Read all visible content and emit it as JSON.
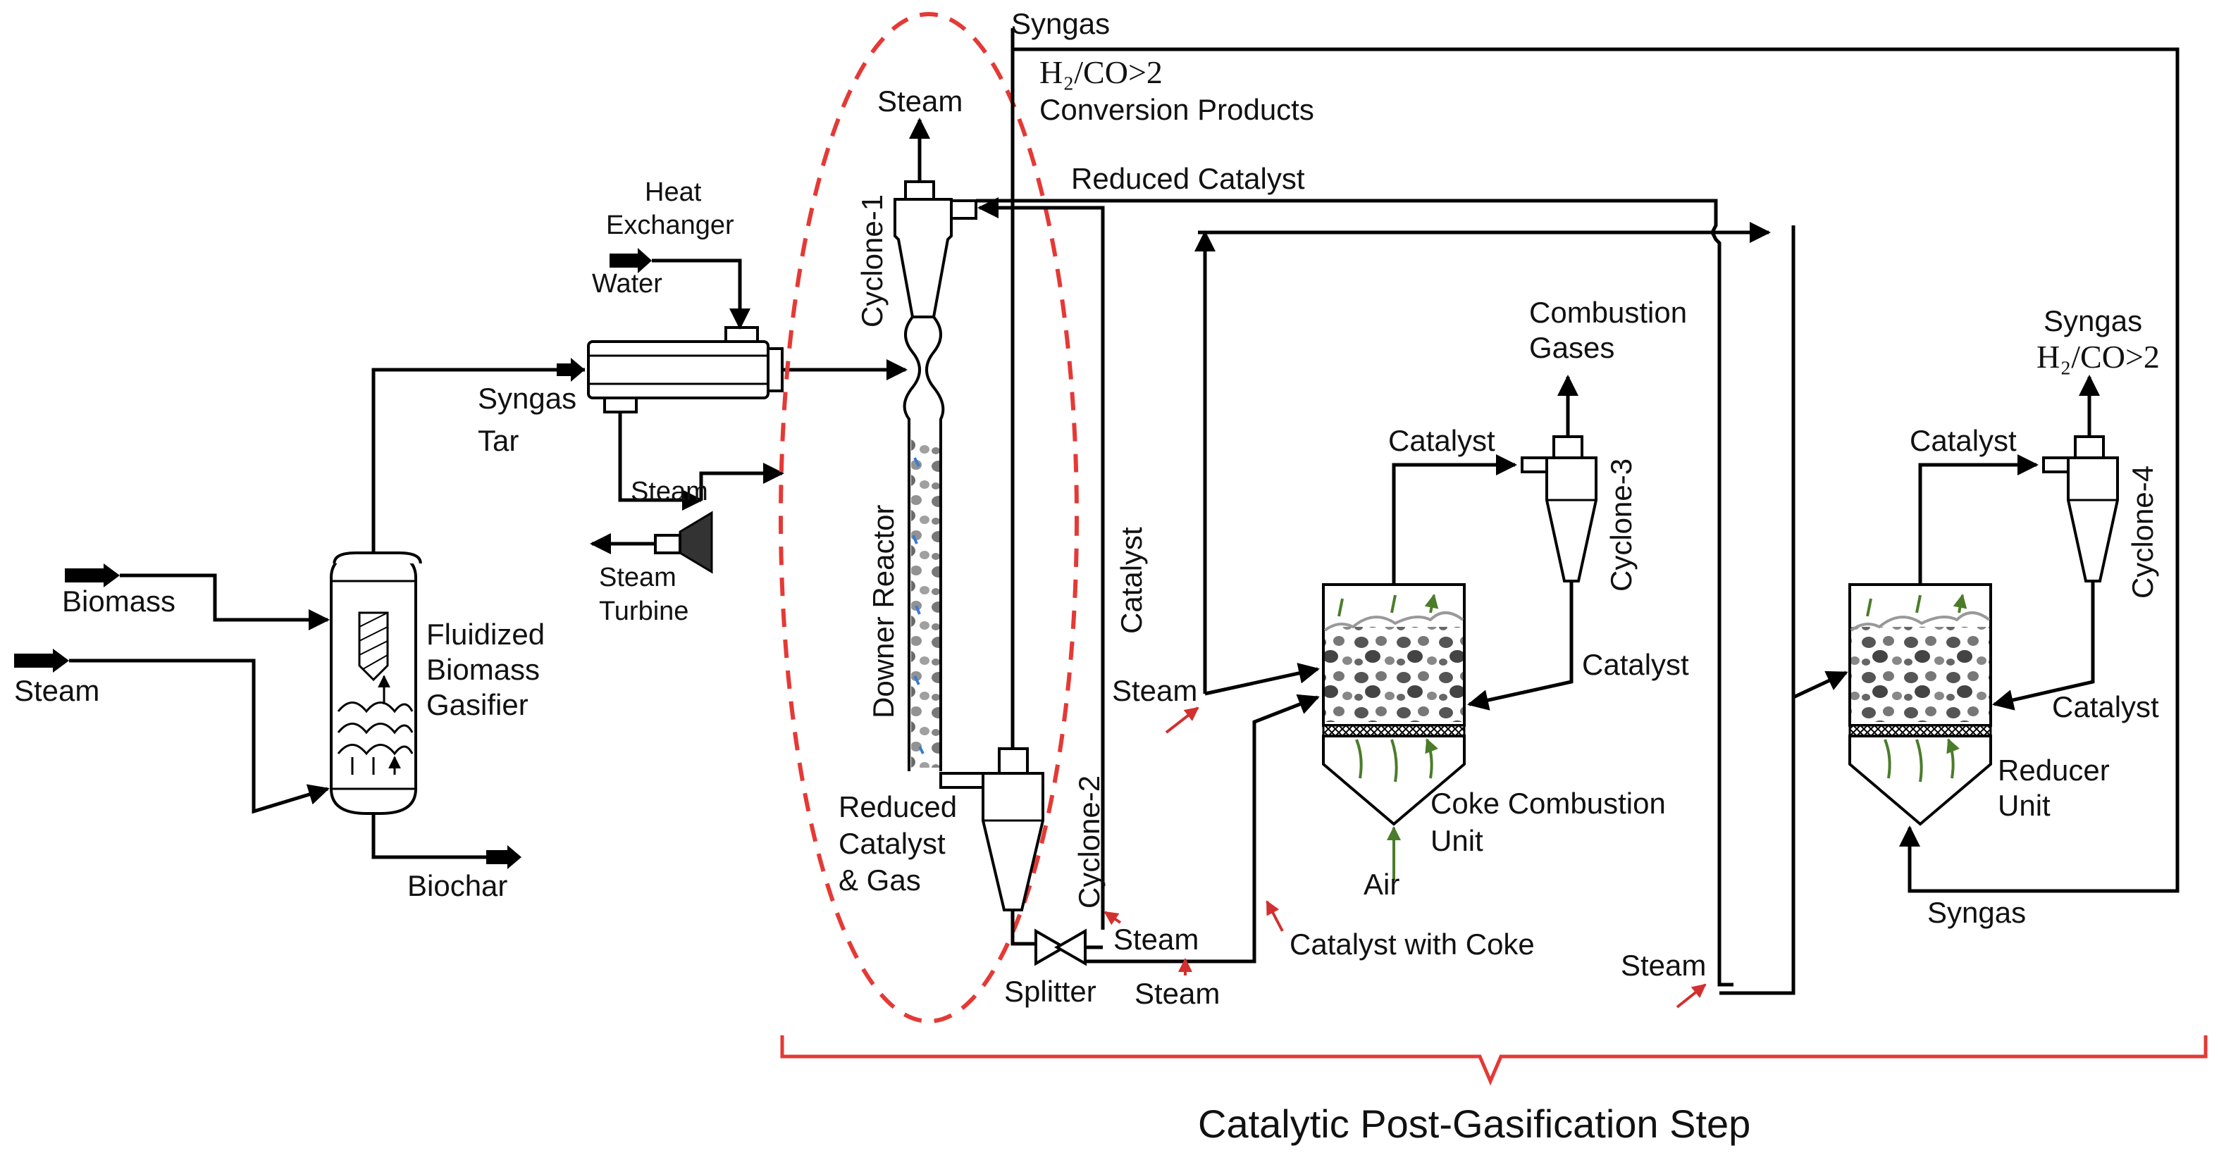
{
  "labels": {
    "syngas_top": "Syngas",
    "h2co_ratio": "H₂/CO>2",
    "conversion_products": "Conversion Products",
    "steam_cyclone1": "Steam",
    "reduced_catalyst_top": "Reduced Catalyst",
    "heat_exchanger_l1": "Heat",
    "heat_exchanger_l2": "Exchanger",
    "water": "Water",
    "syngas_hx": "Syngas",
    "tar": "Tar",
    "steam_small": "Steam",
    "steam_turbine_l1": "Steam",
    "steam_turbine_l2": "Turbine",
    "biomass": "Biomass",
    "steam_left": "Steam",
    "fluidized_l1": "Fluidized",
    "fluidized_l2": "Biomass",
    "fluidized_l3": "Gasifier",
    "biochar": "Biochar",
    "cyclone_1": "Cyclone-1",
    "downer_reactor": "Downer Reactor",
    "reduced_catalyst_gas_l1": "Reduced",
    "reduced_catalyst_gas_l2": "Catalyst",
    "reduced_catalyst_gas_l3": "& Gas",
    "cyclone_2": "Cyclone-2",
    "catalyst_riser": "Catalyst",
    "steam_cyclone2": "Steam",
    "splitter": "Splitter",
    "steam_splitter": "Steam",
    "steam_mid": "Steam",
    "catalyst_with_coke": "Catalyst with Coke",
    "combustion_gases_l1": "Combustion",
    "combustion_gases_l2": "Gases",
    "catalyst_c3_in": "Catalyst",
    "cyclone_3": "Cyclone-3",
    "catalyst_c3_out": "Catalyst",
    "coke_combustion_l1": "Coke Combustion",
    "coke_combustion_l2": "Unit",
    "air": "Air",
    "syngas_c4_l1": "Syngas",
    "catalyst_c4_in": "Catalyst",
    "cyclone_4": "Cyclone-4",
    "catalyst_c4_out": "Catalyst",
    "reducer_l1": "Reducer",
    "reducer_l2": "Unit",
    "syngas_bottom": "Syngas",
    "steam_right": "Steam",
    "step_title": "Catalytic Post-Gasification Step"
  },
  "colors": {
    "dashed_region": "#e53935",
    "bracket": "#e53935",
    "steam_injection": "#d32f2f",
    "air_flow": "#4a7c2a",
    "catalyst_particles": "#444444",
    "flow_blue": "#3a7bd5"
  }
}
